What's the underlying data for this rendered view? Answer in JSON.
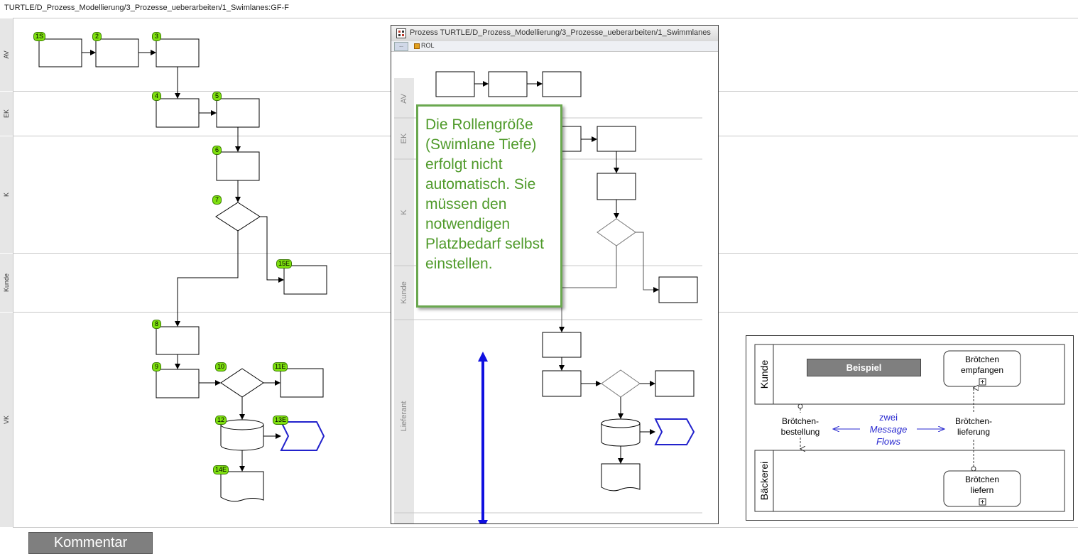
{
  "path_title": "TURTLE/D_Prozess_Modellierung/3_Prozesse_ueberarbeiten/1_Swimlanes:GF-F",
  "lanes": [
    "AV",
    "EK",
    "K",
    "Kunde",
    "VK"
  ],
  "badges": {
    "b1": "1S",
    "b2": "2",
    "b3": "3",
    "b4": "4",
    "b5": "5",
    "b6": "6",
    "b7": "7",
    "b15": "15E",
    "b8": "8",
    "b9": "9",
    "b10": "10",
    "b11": "11E",
    "b12": "12",
    "b13": "13E",
    "b14": "14E"
  },
  "kommentar_label": "Kommentar",
  "inset": {
    "title": "Prozess TURTLE/D_Prozess_Modellierung/3_Prozesse_ueberarbeiten/1_Swimmlanes",
    "toolbar_label": "ROL",
    "lanes": [
      "AV",
      "EK",
      "K",
      "Kunde",
      "Lieferant"
    ]
  },
  "note_text": "Die Rollengröße (Swimlane Tiefe) erfolgt nicht automatisch. Sie müssen den notwendigen Platzbedarf selbst einstellen.",
  "example": {
    "lane_top": "Kunde",
    "lane_bottom": "Bäckerei",
    "button": "Beispiel",
    "top_task": [
      "Brötchen",
      "empfangen"
    ],
    "bottom_task": [
      "Brötchen",
      "liefern"
    ],
    "left_label": [
      "Brötchen-",
      "bestellung"
    ],
    "right_label": [
      "Brötchen-",
      "lieferung"
    ],
    "middle": [
      "zwei",
      "Message",
      "Flows"
    ]
  },
  "colors": {
    "badge_green": "#7ee00f",
    "note_green": "#4f9a2a",
    "arrow_blue": "#1010e0",
    "message_blue": "#2a2ad0"
  }
}
